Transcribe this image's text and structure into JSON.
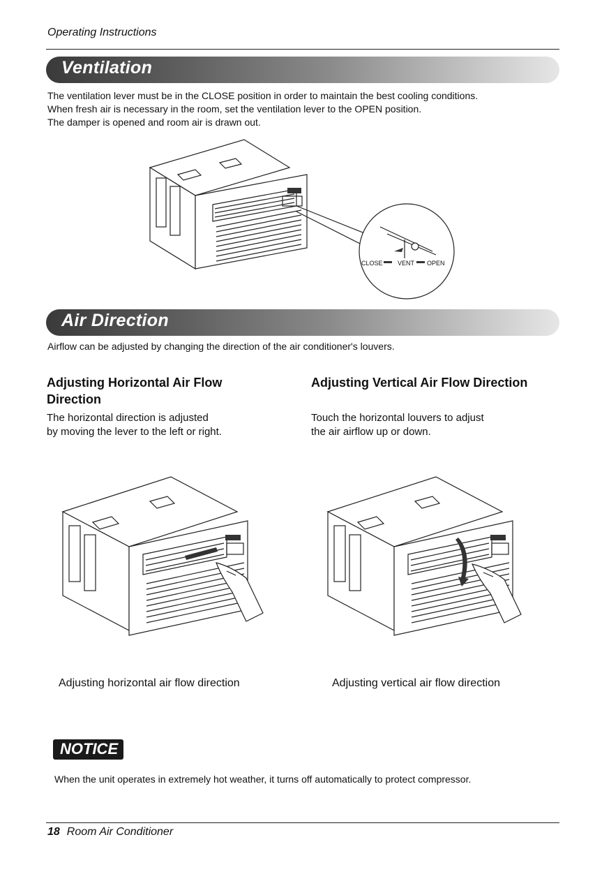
{
  "header": {
    "section": "Operating Instructions"
  },
  "ventilation": {
    "title": "Ventilation",
    "lines": [
      "The ventilation lever must be in the CLOSE position in order to maintain the best cooling conditions.",
      "When fresh air is necessary in the room, set the ventilation lever to the OPEN position.",
      "The damper is opened and room air is drawn out."
    ],
    "figure_labels": {
      "close": "CLOSE",
      "vent": "VENT",
      "open": "OPEN"
    }
  },
  "air_direction": {
    "title": "Air Direction",
    "intro": "Airflow can be adjusted by changing the direction of the air conditioner's  louvers.",
    "horizontal": {
      "heading_line1": "Adjusting Horizontal Air Flow",
      "heading_line2": "Direction",
      "body_line1": "The horizontal direction is adjusted",
      "body_line2": "by moving the lever to the left or right.",
      "caption": "Adjusting horizontal air flow direction"
    },
    "vertical": {
      "heading": "Adjusting Vertical Air Flow Direction",
      "body_line1": "Touch the horizontal louvers to adjust",
      "body_line2": " the air airflow up or down.",
      "caption": "Adjusting vertical air flow direction"
    }
  },
  "notice": {
    "label": "NOTICE",
    "text": "When the unit operates in extremely hot weather, it turns off automatically to protect compressor."
  },
  "footer": {
    "page_number": "18",
    "title": "Room Air Conditioner"
  },
  "icons": [
    "air-conditioner-illustration",
    "hand-illustration",
    "curved-arrow-icon",
    "magnifier-circle"
  ]
}
